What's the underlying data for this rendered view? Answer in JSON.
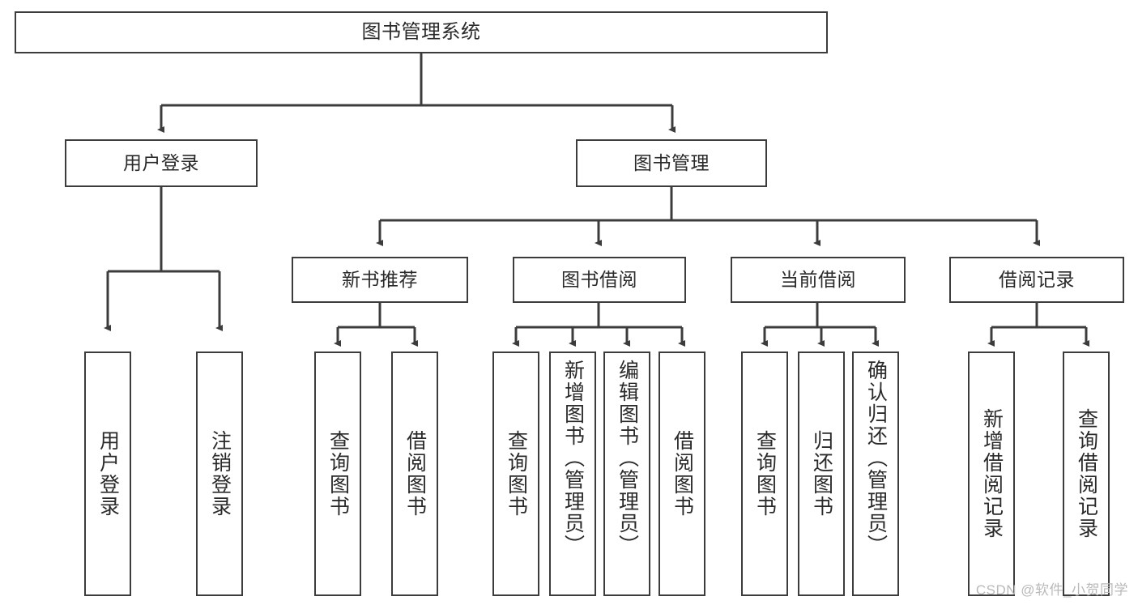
{
  "diagram": {
    "title": "图书管理系统",
    "type": "tree",
    "colors": {
      "background": "#ffffff",
      "box_border": "#3c3c3c",
      "box_fill": "#ffffff",
      "edge": "#3c3c3c",
      "text": "#2a2a2a",
      "watermark": "#b9b9b9"
    },
    "root": {
      "label": "图书管理系统"
    },
    "level1": [
      {
        "label": "用户登录"
      },
      {
        "label": "图书管理"
      }
    ],
    "level2": [
      {
        "label": "新书推荐"
      },
      {
        "label": "图书借阅"
      },
      {
        "label": "当前借阅"
      },
      {
        "label": "借阅记录"
      }
    ],
    "leaves": {
      "user_login": [
        {
          "label": "用户登录"
        },
        {
          "label": "注销登录"
        }
      ],
      "new_book_recommend": [
        {
          "label": "查询图书"
        },
        {
          "label": "借阅图书"
        }
      ],
      "book_borrow": [
        {
          "label": "查询图书"
        },
        {
          "label": "新增图书（管理员）"
        },
        {
          "label": "编辑图书（管理员）"
        },
        {
          "label": "借阅图书"
        }
      ],
      "current_borrow": [
        {
          "label": "查询图书"
        },
        {
          "label": "归还图书"
        },
        {
          "label": "确认归还（管理员）"
        }
      ],
      "borrow_record": [
        {
          "label": "新增借阅记录"
        },
        {
          "label": "查询借阅记录"
        }
      ]
    }
  },
  "watermark": {
    "text": "CSDN @软件_小贺同学"
  }
}
